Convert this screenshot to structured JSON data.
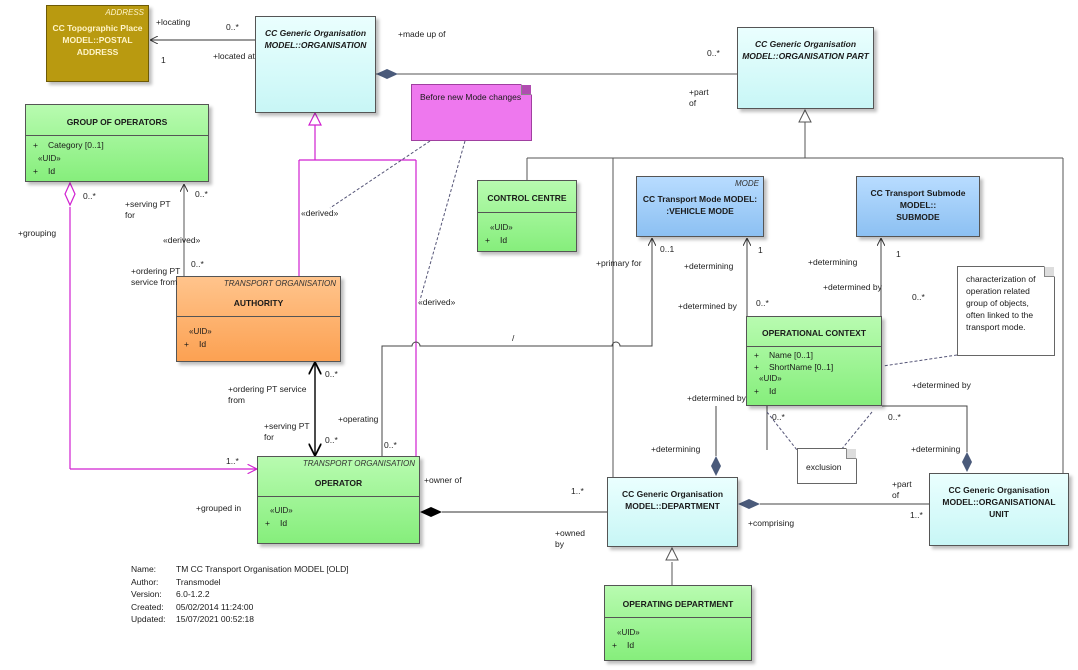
{
  "classes": {
    "topo_place": {
      "stereotype": "ADDRESS",
      "title_lines": [
        "CC Topographic Place",
        "MODEL::POSTAL",
        "ADDRESS"
      ]
    },
    "organisation": {
      "title_lines": [
        "CC Generic Organisation",
        "MODEL::ORGANISATION"
      ]
    },
    "organisation_part": {
      "title_lines": [
        "CC Generic Organisation",
        "MODEL::ORGANISATION PART"
      ]
    },
    "group_of_operators": {
      "title": "GROUP OF OPERATORS",
      "attributes": [
        {
          "vis": "+",
          "text": "Category [0..1]"
        }
      ],
      "uid_label": "«UID»",
      "uid_attrs": [
        {
          "vis": "+",
          "text": "Id"
        }
      ]
    },
    "control_centre": {
      "title": "CONTROL CENTRE",
      "uid_label": "«UID»",
      "uid_attrs": [
        {
          "vis": "+",
          "text": "Id"
        }
      ]
    },
    "vehicle_mode": {
      "stereotype": "MODE",
      "title_lines": [
        "CC Transport Mode MODEL:",
        ":VEHICLE MODE"
      ]
    },
    "submode": {
      "title_lines": [
        "CC Transport Submode MODEL::",
        "SUBMODE"
      ]
    },
    "authority": {
      "stereotype": "TRANSPORT ORGANISATION",
      "title": "AUTHORITY",
      "uid_label": "«UID»",
      "uid_attrs": [
        {
          "vis": "+",
          "text": "Id"
        }
      ]
    },
    "operational_context": {
      "title": "OPERATIONAL CONTEXT",
      "attributes": [
        {
          "vis": "+",
          "text": "Name [0..1]"
        },
        {
          "vis": "+",
          "text": "ShortName [0..1]"
        }
      ],
      "uid_label": "«UID»",
      "uid_attrs": [
        {
          "vis": "+",
          "text": "Id"
        }
      ]
    },
    "operator": {
      "stereotype": "TRANSPORT ORGANISATION",
      "title": "OPERATOR",
      "uid_label": "«UID»",
      "uid_attrs": [
        {
          "vis": "+",
          "text": "Id"
        }
      ]
    },
    "department": {
      "title_lines": [
        "CC Generic Organisation",
        "MODEL::DEPARTMENT"
      ]
    },
    "organisational_unit": {
      "title_lines": [
        "CC Generic Organisation",
        "MODEL::ORGANISATIONAL",
        "UNIT"
      ]
    },
    "operating_department": {
      "title": "OPERATING DEPARTMENT",
      "uid_label": "«UID»",
      "uid_attrs": [
        {
          "vis": "+",
          "text": "Id"
        }
      ]
    }
  },
  "notes": {
    "mode_changes": "Before new Mode changes",
    "characterization": "characterization of\noperation related\ngroup of objects,\n often linked to the\ntransport mode.",
    "exclusion": "exclusion"
  },
  "labels": {
    "locating": "+locating",
    "locating_mult": "0..*",
    "located_at": "+located at",
    "located_at_mult": "1",
    "made_up_of": "+made up of",
    "part_mult": "0..*",
    "part_of": "+part\nof",
    "serving_pt_top": "+serving PT\nfor",
    "serving_pt_top_mult": "0..*",
    "derived_1": "«derived»",
    "derived_2": "«derived»",
    "derived_3": "«derived»",
    "ordering_pt_service": "+ordering PT\nservice from",
    "ordering_mult": "0..*",
    "grouping": "+grouping",
    "grouping_mult": "0..*",
    "primary_for": "+primary for",
    "primary_mult": "0..1",
    "slash": "/",
    "determining_mode": "+determining",
    "mode_mult_1": "1",
    "determined_by_mode": "+determined by",
    "oc_mult_mode": "0..*",
    "determining_sub": "+determining",
    "sub_mult_1": "1",
    "determined_by_sub": "+determined by",
    "oc_mult_sub": "0..*",
    "ordering_pt_service_from": "+ordering PT service\nfrom",
    "ordering_mult_2": "0..*",
    "serving_pt_for": "+serving PT\nfor",
    "serving_mult_2": "0..*",
    "operating": "+operating",
    "operating_mult": "0..*",
    "grouped_in": "+grouped in",
    "grouped_in_mult": "1..*",
    "owner_of": "+owner of",
    "owned_by": "+owned\nby",
    "owned_mult": "1..*",
    "determined_by_left": "+determined by",
    "determined_by_right": "+determined by",
    "oc_mult_dep": "0..*",
    "oc_mult_unit": "0..*",
    "determining_dep": "+determining",
    "determining_unit": "+determining",
    "comprising": "+comprising",
    "part_of_unit": "+part\nof",
    "unit_mult": "1..*"
  },
  "metadata": [
    {
      "key": "Name:",
      "value": "TM CC Transport Organisation MODEL [OLD]"
    },
    {
      "key": "Author:",
      "value": "Transmodel"
    },
    {
      "key": "Version:",
      "value": "6.0-1.2.2"
    },
    {
      "key": "Created:",
      "value": "05/02/2014 11:24:00"
    },
    {
      "key": "Updated:",
      "value": "15/07/2021 00:52:18"
    }
  ],
  "colors": {
    "green_class": "#86ee7c",
    "cyan_class": "#c8f6f6",
    "blue_class": "#8cc0f2",
    "orange_class": "#fca152",
    "olive_class": "#b99a10",
    "pink_note": "#ee78ee",
    "magenta_line": "#d020d0"
  }
}
